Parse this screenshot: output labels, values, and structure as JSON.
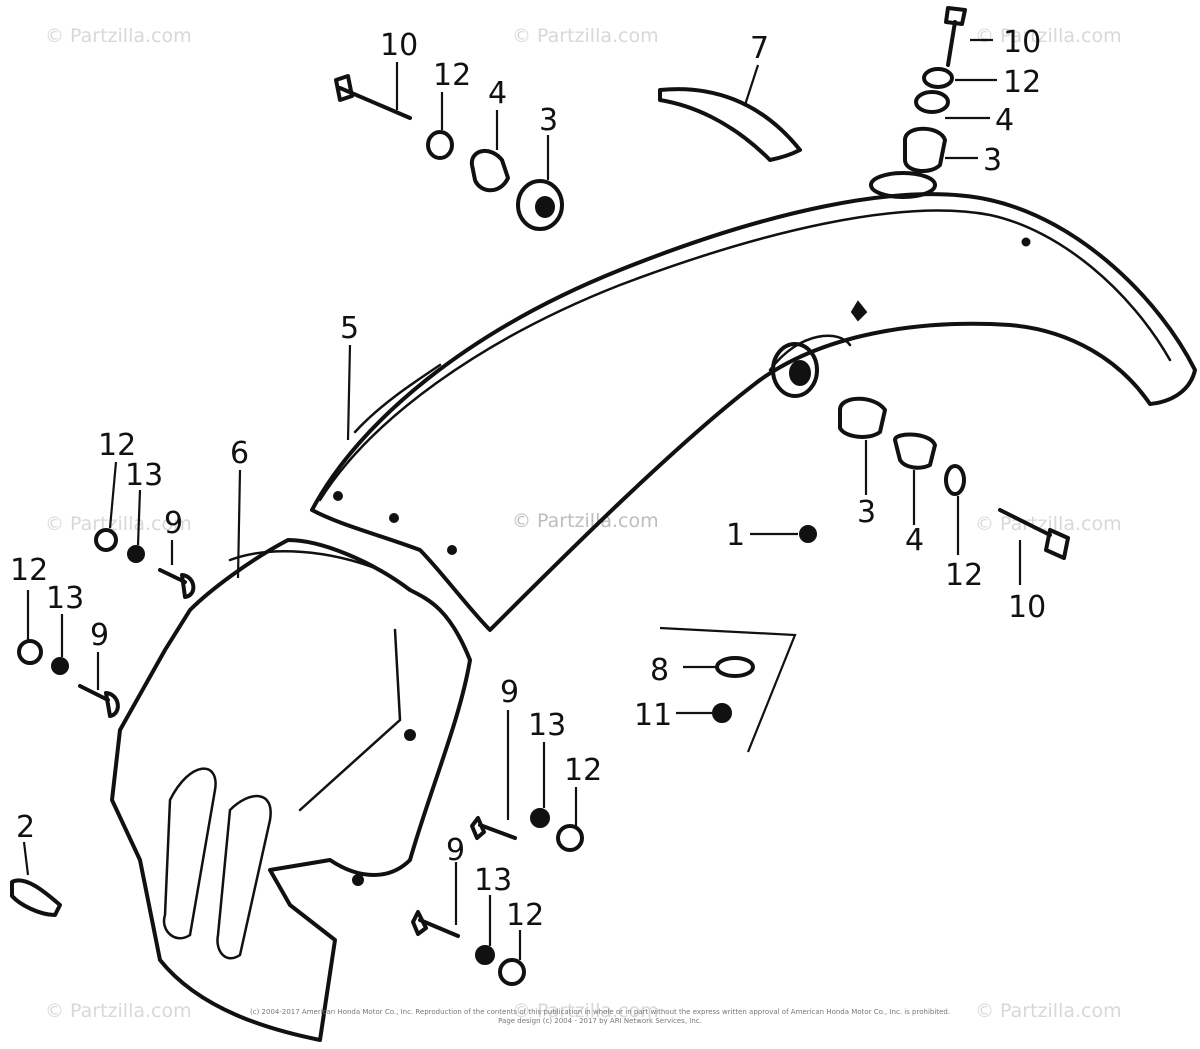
{
  "watermark": {
    "text": "© Partzilla.com",
    "center_text": "© Partzilla.com"
  },
  "callouts": {
    "top_left_bolt": "10",
    "top_left_washer": "12",
    "top_left_collar": "4",
    "top_left_cushion": "3",
    "emblem": "7",
    "top_right_bolt": "10",
    "top_right_washer": "12",
    "top_right_collar": "4",
    "top_right_cushion": "3",
    "fender": "5",
    "right_cushion": "3",
    "right_collar": "4",
    "right_washer": "12",
    "right_bolt": "10",
    "nut_1": "1",
    "washer_8": "8",
    "nut_11": "11",
    "flap": "6",
    "left_washer_a": "12",
    "left_nut_a": "13",
    "left_screw_a": "9",
    "left_washer_b": "12",
    "left_nut_b": "13",
    "left_screw_b": "9",
    "center_screw_a": "9",
    "center_nut_a": "13",
    "center_washer_a": "12",
    "bottom_screw": "9",
    "bottom_nut": "13",
    "bottom_washer": "12",
    "clip_2": "2"
  },
  "footer": {
    "line1": "(c) 2004-2017 American Honda Motor Co., Inc. Reproduction of the contents of this publication in whole or in part without the express written approval of American Honda Motor Co., Inc. is prohibited.",
    "line2": "Page design (c) 2004 - 2017 by ARI Network Services, Inc."
  }
}
